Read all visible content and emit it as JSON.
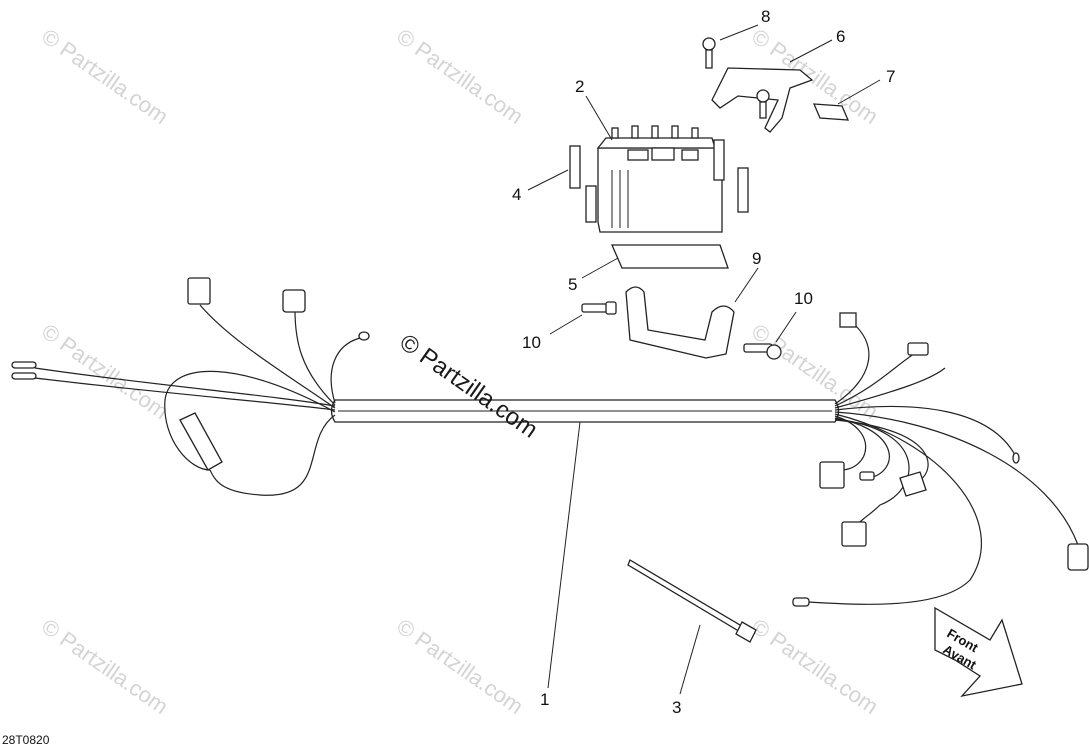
{
  "callouts": {
    "c1": "1",
    "c2": "2",
    "c3": "3",
    "c4": "4",
    "c5": "5",
    "c6": "6",
    "c7": "7",
    "c8": "8",
    "c9": "9",
    "c10a": "10",
    "c10b": "10"
  },
  "watermark": {
    "main": "© Partzilla.com",
    "tile": "© Partzilla.com"
  },
  "direction_arrow": {
    "line1": "Front",
    "line2": "Avant"
  },
  "reference_code": "28T0820"
}
